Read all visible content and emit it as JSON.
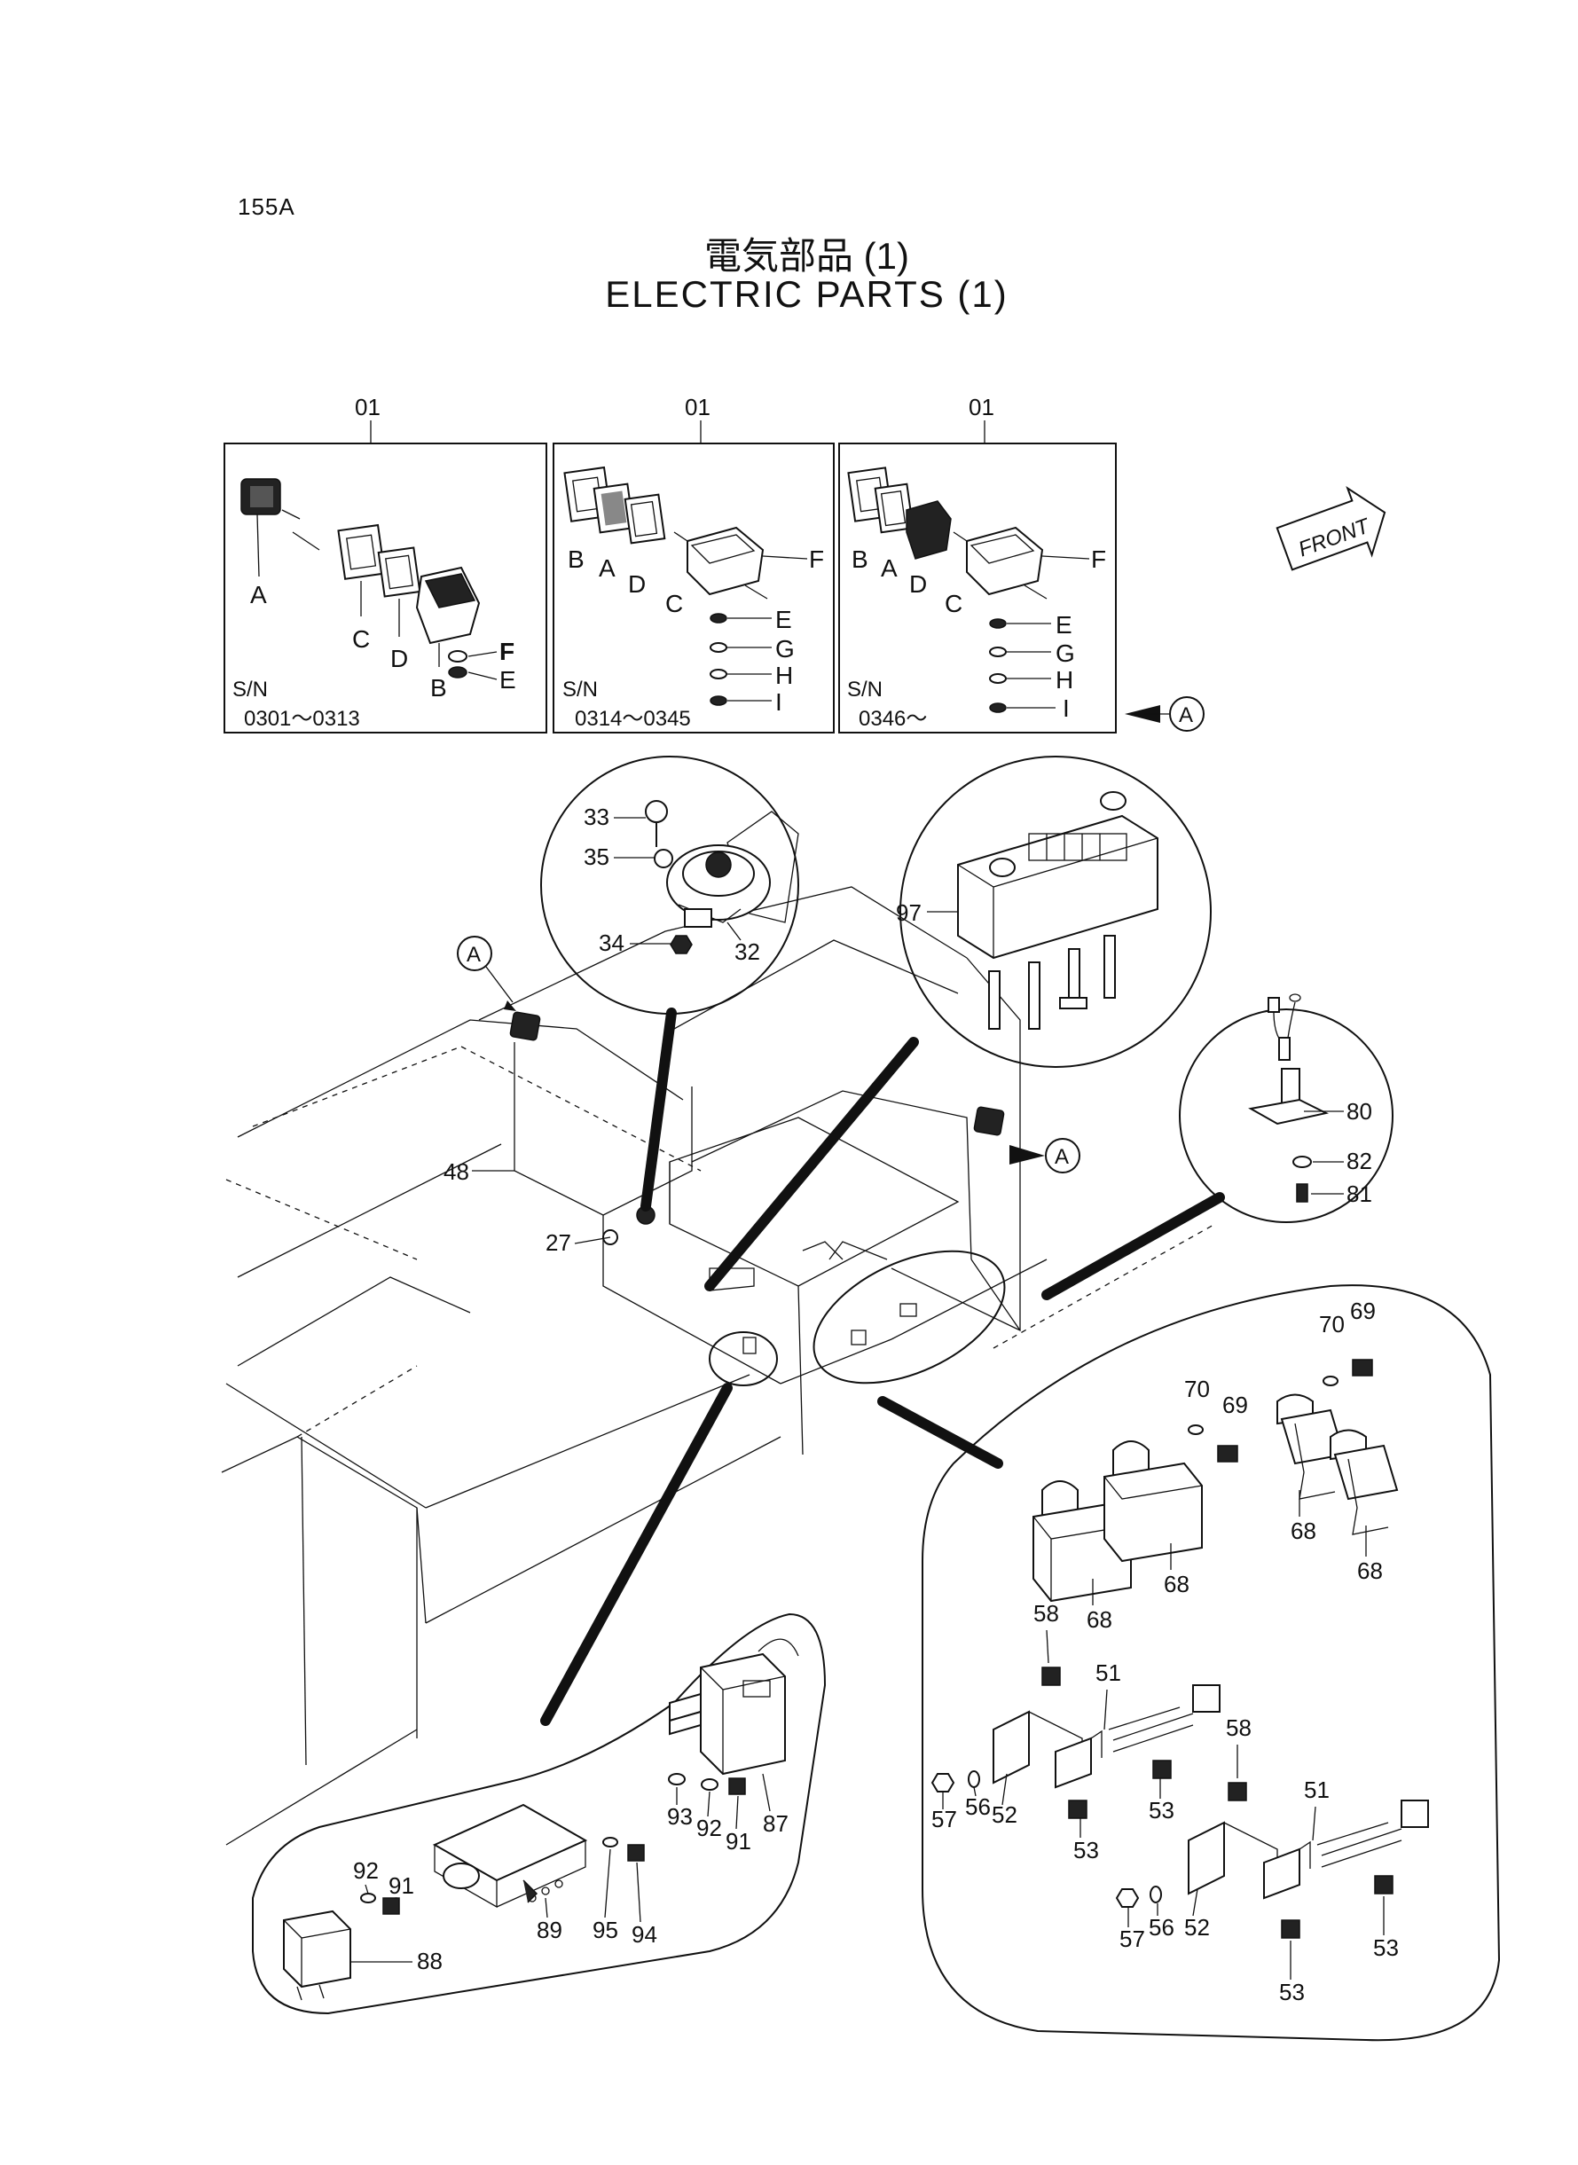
{
  "header": {
    "page_number": "155A",
    "title_jp": "電気部品 (1)",
    "title_en": "ELECTRIC PARTS (1)"
  },
  "variants": [
    {
      "part_no": "01",
      "sn_label": "S/N",
      "sn_range": "0301～0313",
      "letters": [
        "A",
        "C",
        "D",
        "B",
        "F",
        "E"
      ]
    },
    {
      "part_no": "01",
      "sn_label": "S/N",
      "sn_range": "0314～0345",
      "letters": [
        "B",
        "A",
        "D",
        "C",
        "F",
        "E",
        "G",
        "H",
        "I"
      ]
    },
    {
      "part_no": "01",
      "sn_label": "S/N",
      "sn_range": "0346～",
      "letters": [
        "B",
        "A",
        "D",
        "C",
        "F",
        "E",
        "G",
        "H",
        "I"
      ]
    }
  ],
  "front_label": "FRONT",
  "view_ref": "A",
  "horn_callouts": [
    "33",
    "35",
    "34",
    "32"
  ],
  "fuse_box_callouts": [
    "97"
  ],
  "switch_callouts": [
    "80",
    "82",
    "81"
  ],
  "body_callouts": [
    "48",
    "27"
  ],
  "relay_group_callouts": [
    "68",
    "68",
    "68",
    "68",
    "70",
    "69",
    "70",
    "69"
  ],
  "bracket_group_callouts": [
    "58",
    "51",
    "57",
    "56",
    "52",
    "53",
    "53",
    "58",
    "51",
    "57",
    "56",
    "52",
    "53",
    "53"
  ],
  "lower_left_callouts": [
    "93",
    "92",
    "91",
    "87",
    "89",
    "95",
    "94",
    "92",
    "91",
    "88"
  ]
}
